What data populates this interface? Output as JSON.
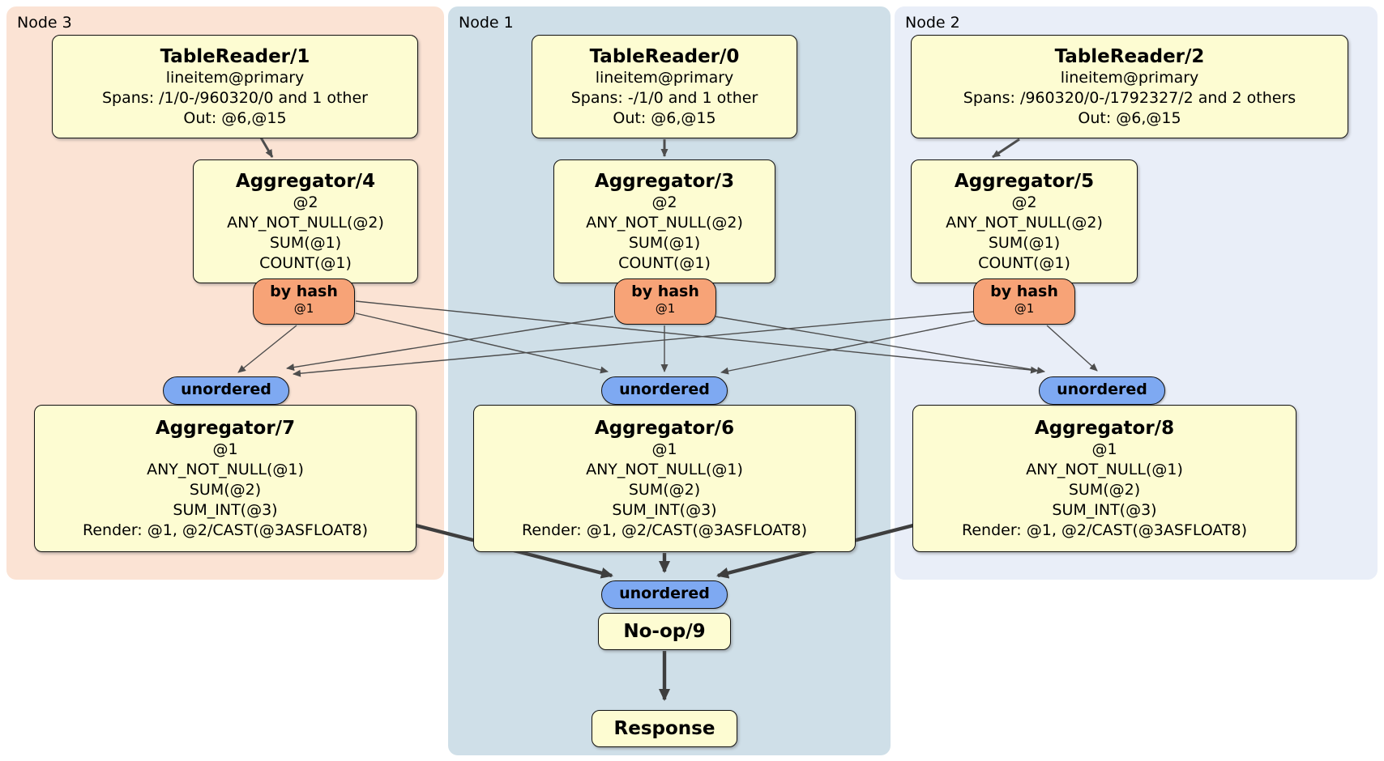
{
  "colors": {
    "node3_bg": "#fbe3d4",
    "node1_bg": "#cfdfe8",
    "node2_bg": "#e9eef8",
    "processor_bg": "#fdfcd2",
    "router_bg": "#f7a377",
    "stream_bg": "#7ea9f2",
    "edge_thin": "#4d4d4d",
    "edge_thick": "#3e3e3e"
  },
  "regions": {
    "node3": {
      "label": "Node 3"
    },
    "node1": {
      "label": "Node 1"
    },
    "node2": {
      "label": "Node 2"
    }
  },
  "processors": {
    "tr1": {
      "title": "TableReader/1",
      "lines": [
        "lineitem@primary",
        "Spans: /1/0-/960320/0 and 1 other",
        "Out: @6,@15"
      ]
    },
    "tr0": {
      "title": "TableReader/0",
      "lines": [
        "lineitem@primary",
        "Spans: -/1/0 and 1 other",
        "Out: @6,@15"
      ]
    },
    "tr2": {
      "title": "TableReader/2",
      "lines": [
        "lineitem@primary",
        "Spans: /960320/0-/1792327/2 and 2 others",
        "Out: @6,@15"
      ]
    },
    "agg4": {
      "title": "Aggregator/4",
      "lines": [
        "@2",
        "ANY_NOT_NULL(@2)",
        "SUM(@1)",
        "COUNT(@1)"
      ]
    },
    "agg3": {
      "title": "Aggregator/3",
      "lines": [
        "@2",
        "ANY_NOT_NULL(@2)",
        "SUM(@1)",
        "COUNT(@1)"
      ]
    },
    "agg5": {
      "title": "Aggregator/5",
      "lines": [
        "@2",
        "ANY_NOT_NULL(@2)",
        "SUM(@1)",
        "COUNT(@1)"
      ]
    },
    "agg7": {
      "title": "Aggregator/7",
      "lines": [
        "@1",
        "ANY_NOT_NULL(@1)",
        "SUM(@2)",
        "SUM_INT(@3)",
        "Render: @1, @2/CAST(@3ASFLOAT8)"
      ]
    },
    "agg6": {
      "title": "Aggregator/6",
      "lines": [
        "@1",
        "ANY_NOT_NULL(@1)",
        "SUM(@2)",
        "SUM_INT(@3)",
        "Render: @1, @2/CAST(@3ASFLOAT8)"
      ]
    },
    "agg8": {
      "title": "Aggregator/8",
      "lines": [
        "@1",
        "ANY_NOT_NULL(@1)",
        "SUM(@2)",
        "SUM_INT(@3)",
        "Render: @1, @2/CAST(@3ASFLOAT8)"
      ]
    },
    "noop": {
      "title": "No-op/9"
    },
    "response": {
      "title": "Response"
    }
  },
  "routers": {
    "bh3": {
      "label": "by hash",
      "detail": "@1"
    },
    "bh1": {
      "label": "by hash",
      "detail": "@1"
    },
    "bh2": {
      "label": "by hash",
      "detail": "@1"
    }
  },
  "streams": {
    "u3": {
      "label": "unordered"
    },
    "u1": {
      "label": "unordered"
    },
    "u2": {
      "label": "unordered"
    },
    "u_bottom": {
      "label": "unordered"
    }
  }
}
